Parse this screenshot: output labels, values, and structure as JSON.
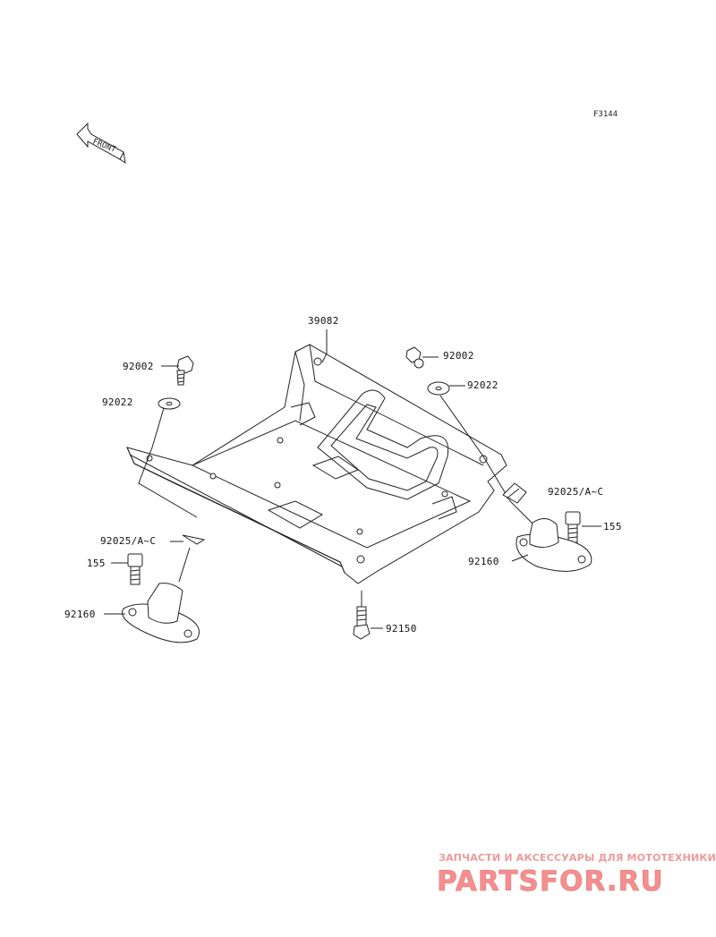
{
  "diagram": {
    "code": "F3144",
    "front_label": "FRONT",
    "callouts": {
      "frame": "39082",
      "bolt_left": "92002",
      "washer_left": "92022",
      "bolt_right": "92002",
      "washer_right": "92022",
      "pin_right": "92025/A~C",
      "pin_left": "92025/A~C",
      "nut_right": "155",
      "nut_left": "155",
      "mount_right": "92160",
      "mount_left": "92160",
      "bolt_bottom": "92150"
    }
  },
  "watermark": {
    "tagline": "ЗАПЧАСТИ И АКСЕССУАРЫ ДЛЯ МОТОТЕХНИКИ",
    "brand": "PARTSFOR.RU",
    "color": "#f48f8f"
  }
}
